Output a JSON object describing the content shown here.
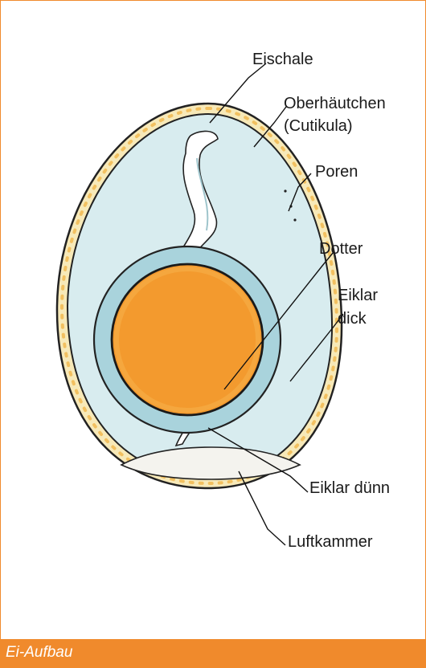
{
  "caption": "Ei-Aufbau",
  "labels": {
    "eischale": "Eischale",
    "oberhaeutchen_1": "Oberhäutchen",
    "oberhaeutchen_2": "(Cutikula)",
    "poren": "Poren",
    "dotter": "Dotter",
    "eiklar_dick_1": "Eiklar",
    "eiklar_dick_2": "dick",
    "eiklar_duenn": "Eiklar dünn",
    "luftkammer": "Luftkammer"
  },
  "colors": {
    "accent": "#f08a2c",
    "shell": "#f7e9b8",
    "albumen": "#d8ecef",
    "yolk": "#f39a2e",
    "thin_albumen": "#a9d3dc",
    "air_cell": "#f4f3ee"
  }
}
